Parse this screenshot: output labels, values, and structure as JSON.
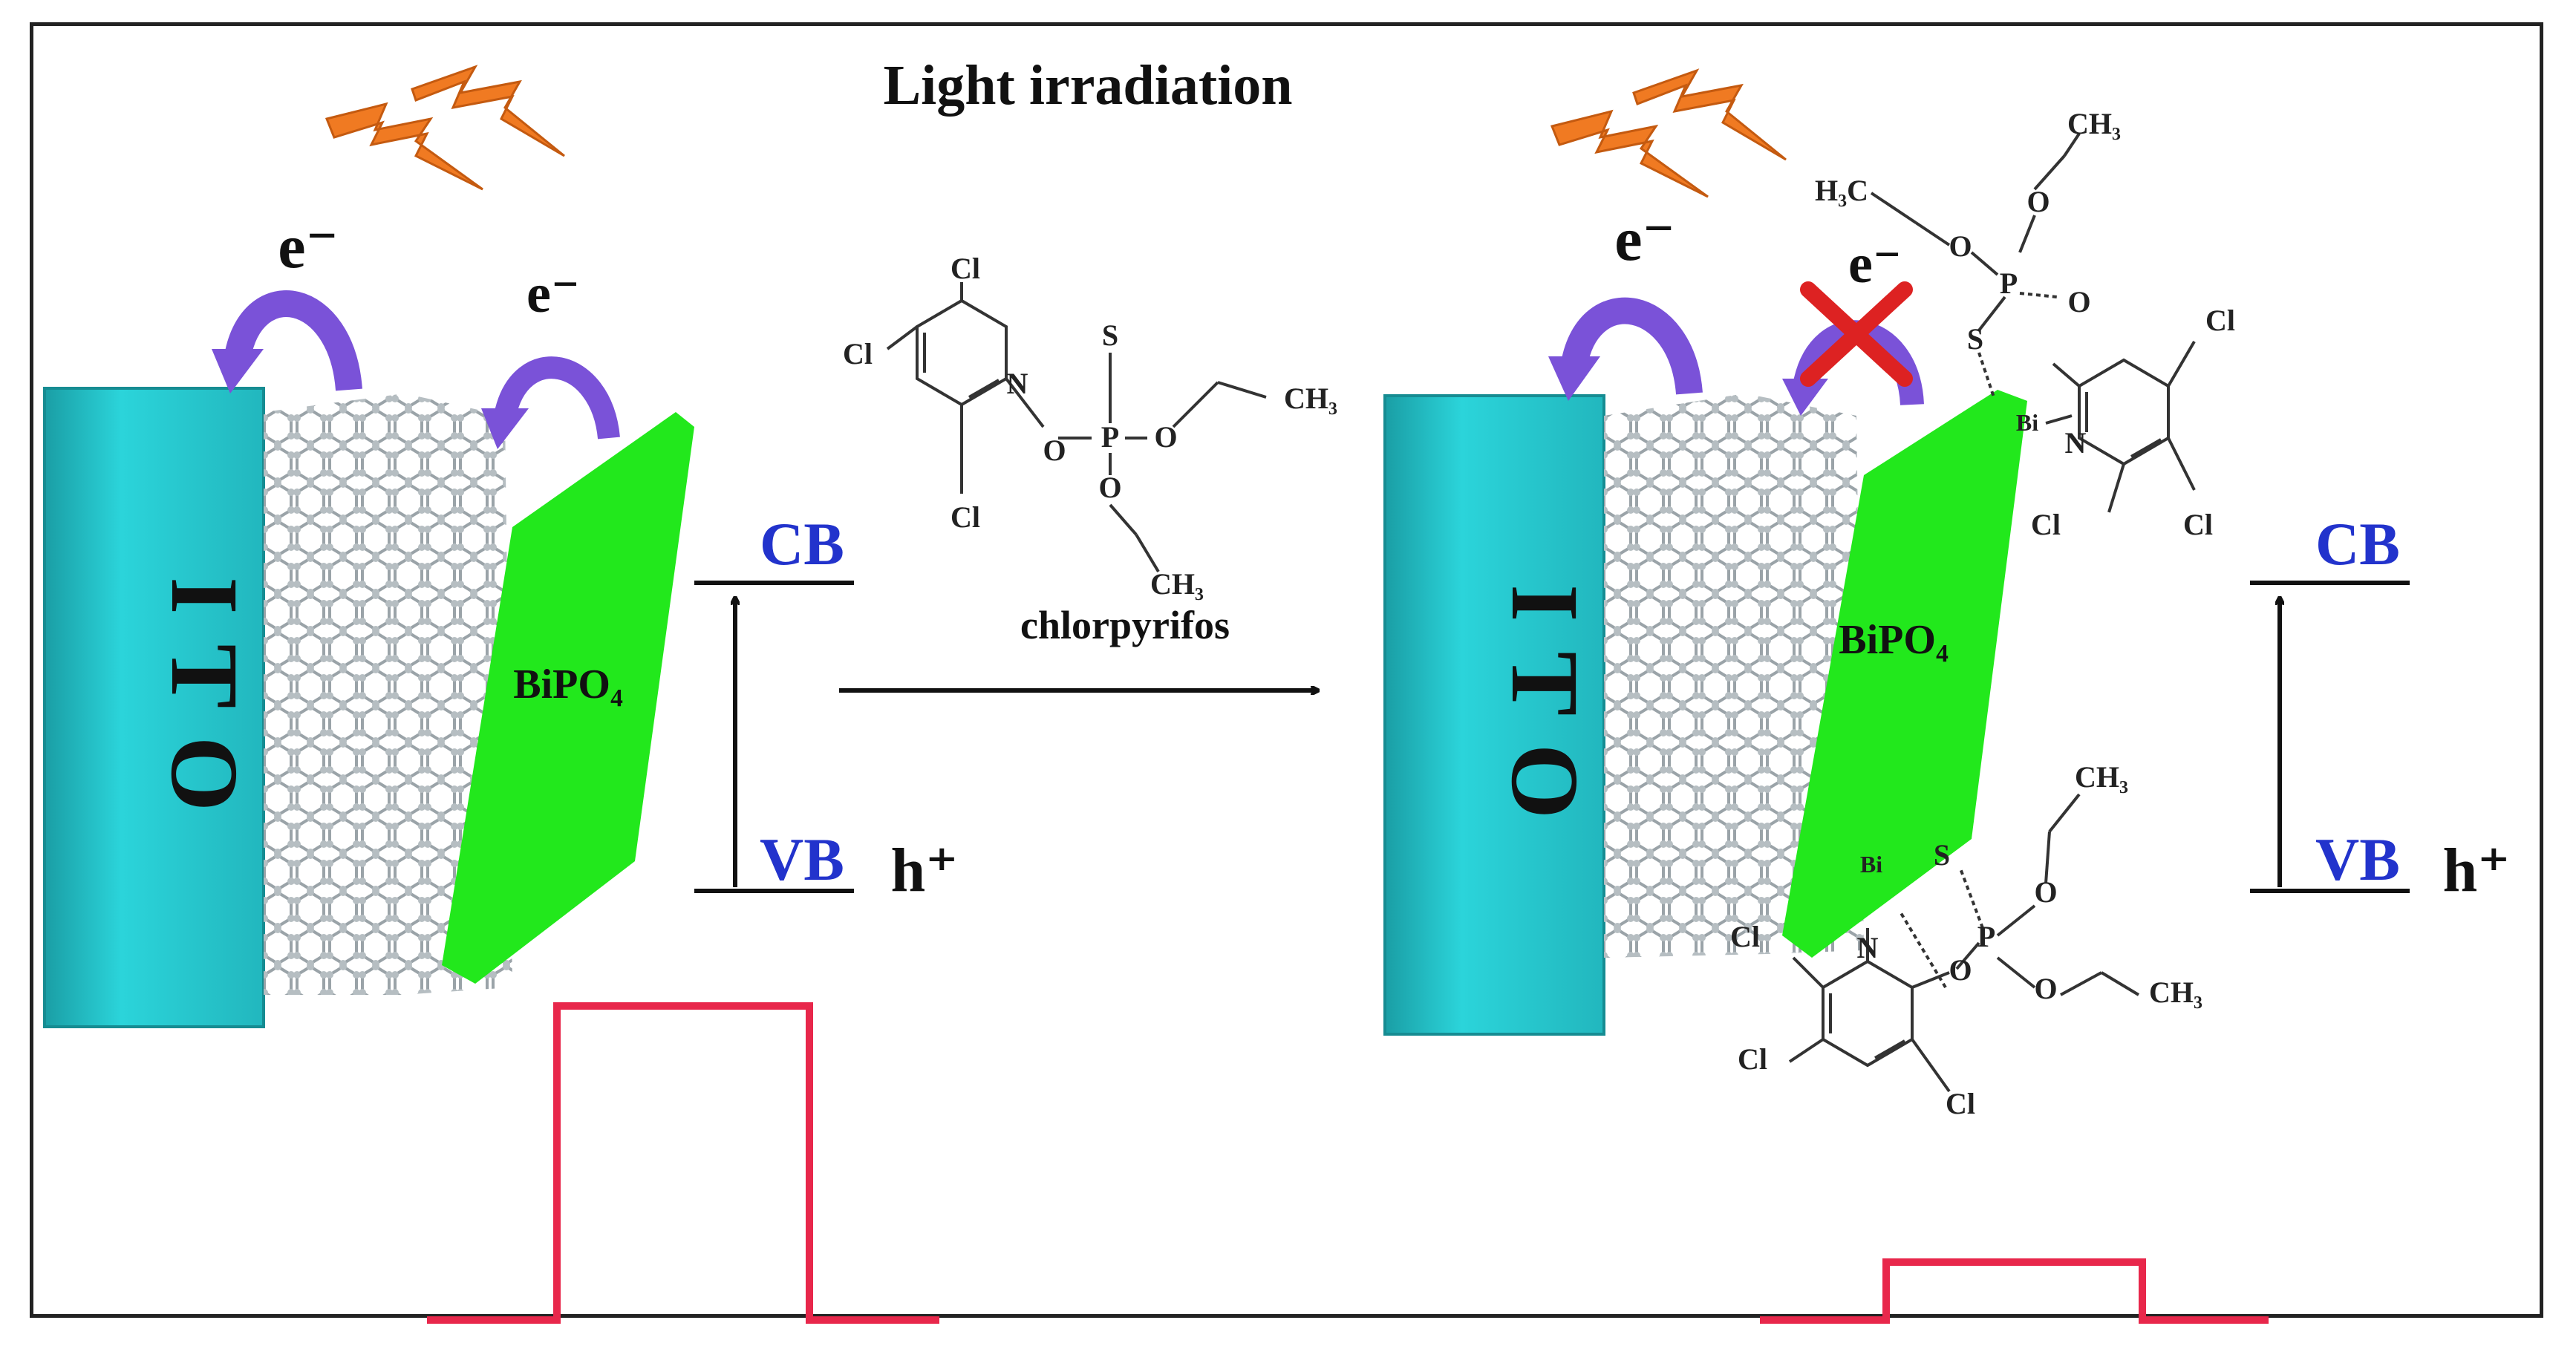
{
  "title": "Light irradiation",
  "left_panel": {
    "ito_label": "ITO",
    "catalyst_label": "BiPO₄",
    "electron_label": "e⁻",
    "cb_label": "CB",
    "vb_label": "VB",
    "hole_label": "h⁺"
  },
  "molecule": {
    "name": "chlorpyrifos",
    "atoms": {
      "cl": "Cl",
      "n": "N",
      "o": "O",
      "p": "P",
      "s": "S",
      "ch3": "CH₃",
      "h3c": "H₃C",
      "bi": "Bi"
    }
  },
  "right_panel": {
    "ito_label": "ITO",
    "catalyst_label": "BiPO₄",
    "electron_label": "e⁻",
    "cb_label": "CB",
    "vb_label": "VB",
    "hole_label": "h⁺"
  },
  "colors": {
    "ito": "#2bc6cc",
    "ito_dark": "#1a9ea5",
    "catalyst": "#22e81c",
    "arrow_purple": "#7a52d8",
    "band_label": "#2233cc",
    "photocurrent": "#e8274b",
    "lightning": "#f07a22",
    "cross": "#dd2222"
  },
  "icons": {
    "lightning": "lightning-icon",
    "electron_arrow": "curved-arrow-icon",
    "blocked": "cross-icon"
  },
  "photocurrent": {
    "left_relative_height": 1.0,
    "right_relative_height": 0.19
  }
}
